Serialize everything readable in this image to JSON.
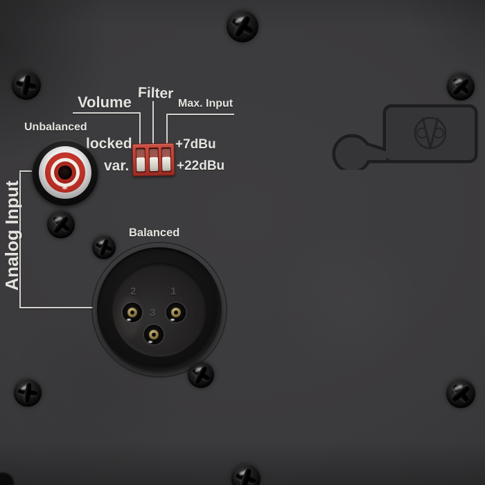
{
  "panel": {
    "controls": {
      "volume_label": "Volume",
      "filter_label": "Filter",
      "max_input_label": "Max. Input",
      "locked_label": "locked",
      "var_label": "var.",
      "level_7dbu_label": "+7dBu",
      "level_22dbu_label": "+22dBu"
    },
    "dip_switch": {
      "switch_count": 3,
      "switch_states": [
        "down",
        "down",
        "down"
      ],
      "body_color": "#b5362b",
      "slider_color": "#e9e6df"
    },
    "connectors": {
      "unbalanced_label": "Unbalanced",
      "balanced_label": "Balanced",
      "analog_input_label": "Analog Input",
      "rca_ring_color": "#c1352c",
      "xlr_pin_1": "1",
      "xlr_pin_2": "2",
      "xlr_pin_3": "3"
    },
    "branding": {
      "logo_icon": "eve-audio-logo"
    },
    "hardware": {
      "screw_count": 9
    },
    "colors": {
      "panel_background": "#3b3a3c",
      "label_text": "#e4e3e0",
      "guide_line": "#d4d3d0"
    }
  }
}
